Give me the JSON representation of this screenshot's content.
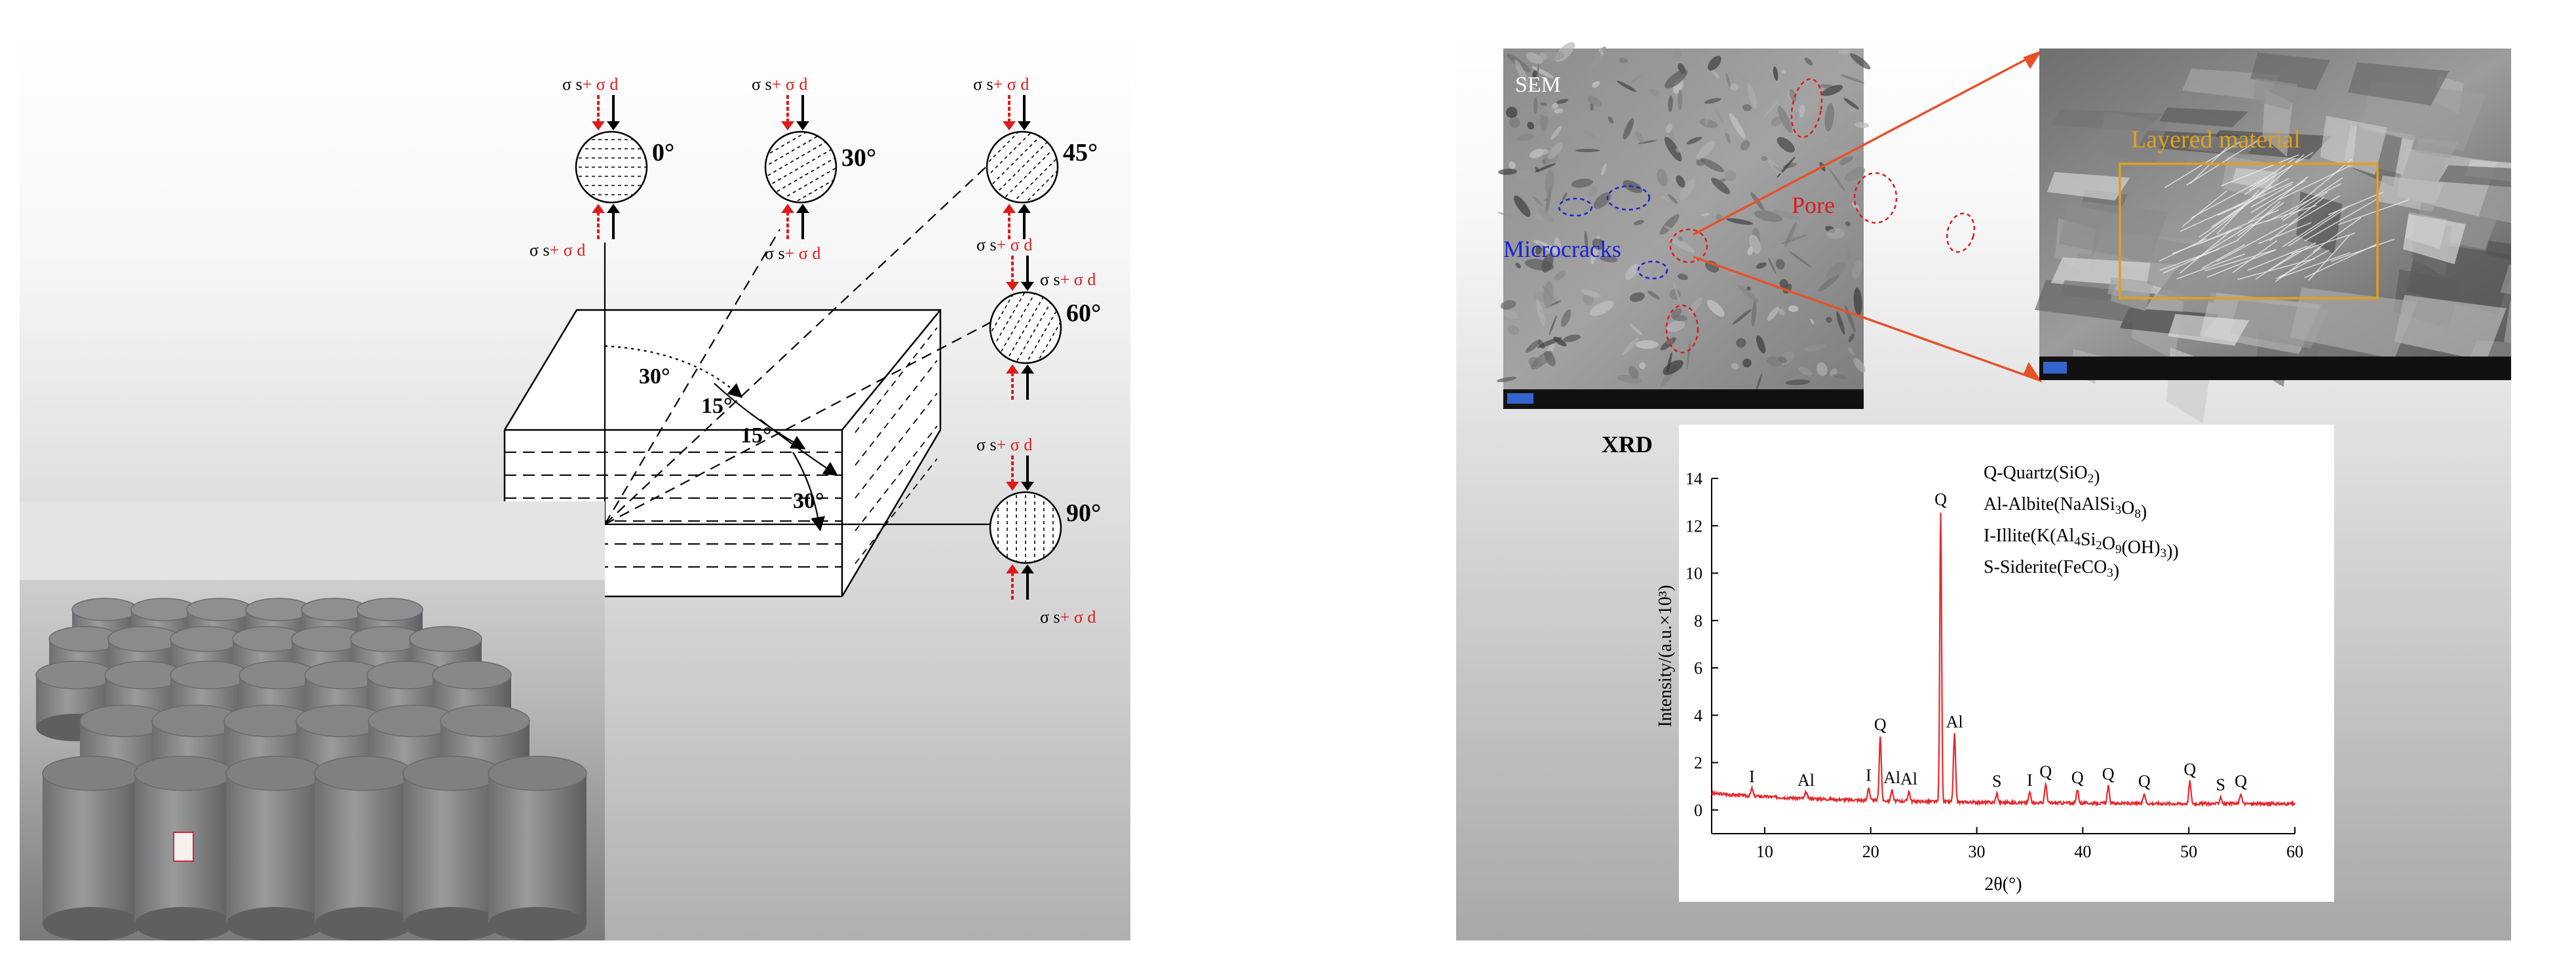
{
  "left": {
    "stress_label": {
      "sigma_s": "σ s",
      "plus_sigma_d": "+ σ d"
    },
    "orientations": [
      {
        "angle": "0°"
      },
      {
        "angle": "30°"
      },
      {
        "angle": "45°"
      },
      {
        "angle": "60°"
      },
      {
        "angle": "90°"
      }
    ],
    "block_angles": {
      "a30": "30°",
      "a15a": "15°",
      "a15b": "15°",
      "a30b": "30°"
    }
  },
  "sem": {
    "label": "SEM",
    "microcracks": "Microcracks",
    "pore": "Pore",
    "layered": "Layered material"
  },
  "xrd": {
    "title": "XRD",
    "legend": [
      {
        "parts": [
          {
            "t": "Q-Quartz(SiO"
          },
          {
            "t": "2",
            "sub": true
          },
          {
            "t": ")"
          }
        ]
      },
      {
        "parts": [
          {
            "t": "Al-Albite(NaAlSi"
          },
          {
            "t": "3",
            "sub": true
          },
          {
            "t": "O"
          },
          {
            "t": "8",
            "sub": true
          },
          {
            "t": ")"
          }
        ]
      },
      {
        "parts": [
          {
            "t": "I-Illite(K(Al"
          },
          {
            "t": "4",
            "sub": true
          },
          {
            "t": "Si"
          },
          {
            "t": "2",
            "sub": true
          },
          {
            "t": "O"
          },
          {
            "t": "9",
            "sub": true
          },
          {
            "t": "(OH)"
          },
          {
            "t": "3",
            "sub": true
          },
          {
            "t": "))"
          }
        ]
      },
      {
        "parts": [
          {
            "t": "S-Siderite(FeCO"
          },
          {
            "t": "3",
            "sub": true
          },
          {
            "t": ")"
          }
        ]
      }
    ]
  },
  "chart_data": {
    "type": "line",
    "xlabel": "2θ(°)",
    "ylabel": "Intensity/(a.u.×10³)",
    "xlim": [
      5,
      60
    ],
    "ylim": [
      -1,
      14
    ],
    "xticks": [
      10,
      20,
      30,
      40,
      50,
      60
    ],
    "yticks": [
      0,
      2,
      4,
      6,
      8,
      10,
      12,
      14
    ],
    "color": "#e8282c",
    "peaks": [
      {
        "x": 8.8,
        "y": 0.9,
        "label": "I"
      },
      {
        "x": 13.9,
        "y": 0.75,
        "label": "Al"
      },
      {
        "x": 19.8,
        "y": 0.95,
        "label": "I"
      },
      {
        "x": 20.9,
        "y": 3.1,
        "label": "Q"
      },
      {
        "x": 22.0,
        "y": 0.85,
        "label": "Al"
      },
      {
        "x": 23.6,
        "y": 0.8,
        "label": "Al"
      },
      {
        "x": 26.6,
        "y": 12.6,
        "label": "Q"
      },
      {
        "x": 27.9,
        "y": 3.2,
        "label": "Al"
      },
      {
        "x": 31.9,
        "y": 0.7,
        "label": "S"
      },
      {
        "x": 35.0,
        "y": 0.75,
        "label": "I"
      },
      {
        "x": 36.5,
        "y": 1.1,
        "label": "Q"
      },
      {
        "x": 39.5,
        "y": 0.85,
        "label": "Q"
      },
      {
        "x": 42.4,
        "y": 1.0,
        "label": "Q"
      },
      {
        "x": 45.8,
        "y": 0.7,
        "label": "Q"
      },
      {
        "x": 50.1,
        "y": 1.2,
        "label": "Q"
      },
      {
        "x": 53.0,
        "y": 0.55,
        "label": "S"
      },
      {
        "x": 54.9,
        "y": 0.7,
        "label": "Q"
      }
    ]
  }
}
